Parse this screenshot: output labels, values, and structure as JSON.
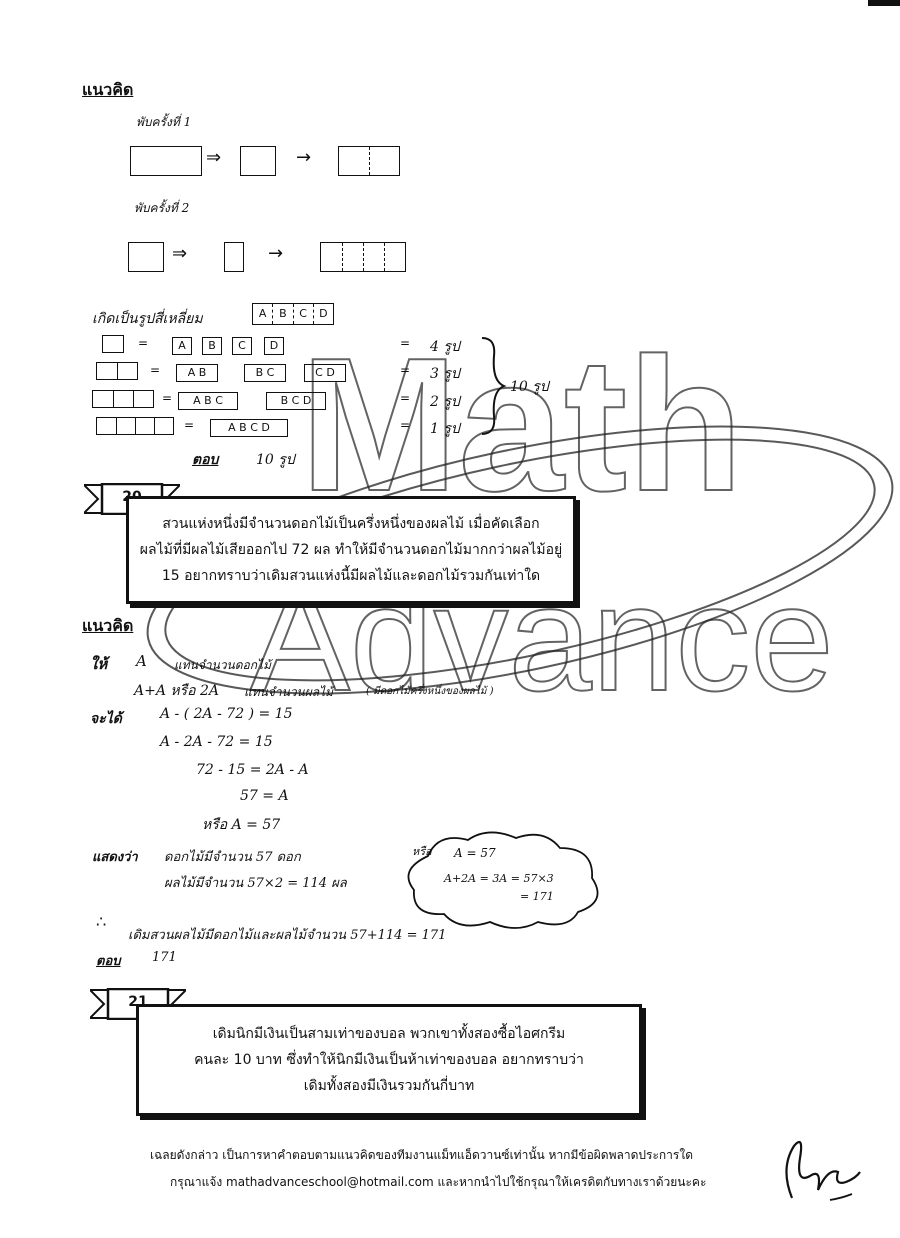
{
  "section1": {
    "heading": "แนวคิด",
    "fold1_label": "พับครั้งที่ 1",
    "fold2_label": "พับครั้งที่ 2",
    "rect_label": "เกิดเป็นรูปสี่เหลี่ยม",
    "rect_letters": [
      "A",
      "B",
      "C",
      "D"
    ],
    "rows": [
      {
        "eq": "=",
        "boxes": [
          "A",
          "B",
          "C",
          "D"
        ],
        "result": "4 รูป"
      },
      {
        "eq": "=",
        "boxes": [
          "A B",
          "B C",
          "C D"
        ],
        "result": "3 รูป"
      },
      {
        "eq": "=",
        "boxes": [
          "A B C",
          "B C D"
        ],
        "result": "2 รูป"
      },
      {
        "eq": "=",
        "boxes": [
          "A B C D"
        ],
        "result": "1 รูป"
      }
    ],
    "total": "10 รูป",
    "answer_label": "ตอบ",
    "answer_value": "10 รูป"
  },
  "problem20": {
    "number": "20",
    "lines": [
      "สวนแห่งหนึ่งมีจำนวนดอกไม้เป็นครึ่งหนึ่งของผลไม้ เมื่อคัดเลือก",
      "ผลไม้ที่มีผลไม้เสียออกไป 72 ผล ทำให้มีจำนวนดอกไม้มากกว่าผลไม้อยู่",
      "15 อยากทราบว่าเดิมสวนแห่งนี้มีผลไม้และดอกไม้รวมกันเท่าใด"
    ]
  },
  "section2": {
    "heading": "แนวคิด",
    "let_prefix": "ให้",
    "let_var": "A",
    "let_desc": "แทนจำนวนดอกไม้",
    "let2_expr": "A+A หรือ 2A",
    "let2_desc": "แทนจำนวนผลไม้",
    "let2_note": "( มีดอกไม้ครึ่งหนึ่งของผลไม้ )",
    "get_label": "จะได้",
    "steps": [
      "A - ( 2A - 72 ) = 15",
      "A - 2A - 72 = 15",
      "72 - 15 = 2A - A",
      "57 = A",
      "หรือ A = 57"
    ],
    "show_label": "แสดงว่า",
    "show1": "ดอกไม้มีจำนวน 57 ดอก",
    "show2": "ผลไม้มีจำนวน 57×2 = 114 ผล",
    "cloud_title": "หรือ",
    "cloud_line1": "A = 57",
    "cloud_line2": "A+2A = 3A = 57×3",
    "cloud_line3": "= 171",
    "conclusion": "เดิมสวนผลไม้มีดอกไม้และผลไม้จำนวน 57+114 = 171",
    "answer_label": "ตอบ",
    "answer_value": "171"
  },
  "problem21": {
    "number": "21",
    "lines": [
      "เดิมนิกมีเงินเป็นสามเท่าของบอล พวกเขาทั้งสองซื้อไอศกรีม",
      "คนละ 10 บาท ซึ่งทำให้นิกมีเงินเป็นห้าเท่าของบอล อยากทราบว่า",
      "เดิมทั้งสองมีเงินรวมกันกี่บาท"
    ]
  },
  "footer": {
    "line1": "เฉลยดังกล่าว เป็นการหาคำตอบตามแนวคิดของทีมงานแม็ทแอ็ดวานซ์เท่านั้น หากมีข้อผิดพลาดประการใด",
    "line2": "กรุณาแจ้ง mathadvanceschool@hotmail.com และหากนำไปใช้กรุณาให้เครดิตกับทางเราด้วยนะคะ"
  },
  "watermark": {
    "word1": "Math",
    "word2": "Advance"
  }
}
